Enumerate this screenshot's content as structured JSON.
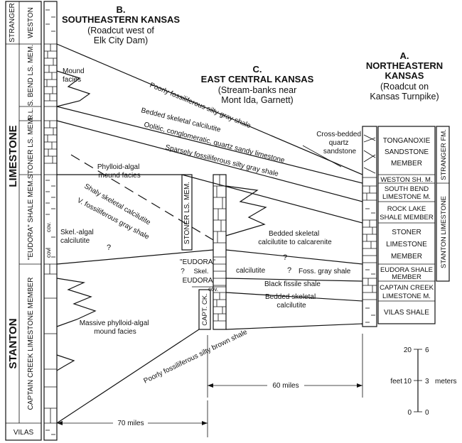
{
  "sections": {
    "b": {
      "letter": "B.",
      "title": "SOUTHEASTERN KANSAS",
      "sub1": "(Roadcut west of",
      "sub2": "Elk City Dam)"
    },
    "c": {
      "letter": "C.",
      "title": "EAST CENTRAL KANSAS",
      "sub1": "(Stream-banks near",
      "sub2": "Mont Ida, Garnett)"
    },
    "a": {
      "letter": "A.",
      "title1": "NORTHEASTERN",
      "title2": "KANSAS",
      "sub1": "(Roadcut on",
      "sub2": "Kansas Turnpike)"
    }
  },
  "left_column": {
    "group_stranger": "STRANGER",
    "unit_weston": "WESTON",
    "group_limestone": "LIMESTONE",
    "unit_sbend": "S. BEND LS. MEM.",
    "unit_rl": "R.L.",
    "unit_stoner": "STONER LS. MEM.",
    "unit_eudora": "\"EUDORA\" SHALE MEM.",
    "group_stanton": "STANTON",
    "unit_captain": "CAPTAIN CREEK LIMESTONE MEMBER",
    "unit_vilas": "VILAS"
  },
  "right_column": {
    "units": [
      "TONGANOXIE",
      "SANDSTONE",
      "MEMBER",
      "WESTON SH. M.",
      "SOUTH BEND",
      "LIMESTONE M.",
      "ROCK LAKE",
      "SHALE MEMBER",
      "STONER",
      "LIMESTONE",
      "MEMBER",
      "EUDORA SHALE",
      "MEMBER",
      "CAPTAIN CREEK",
      "LIMESTONE M.",
      "VILAS SHALE"
    ],
    "group_stranger": "STRANGER FM.",
    "group_stanton": "STANTON LIMESTONE"
  },
  "middle_column": {
    "stoner": "STONER LS. MEM.",
    "eudora_q": "\"EUDORA\"",
    "skel": "Skel.",
    "eudora": "EUDORA",
    "capt": "CAPT. CK.",
    "cov": "cov."
  },
  "annotations": {
    "mound_facies": "Mound\nfacies",
    "poorly_gray": "Poorly fossiliferous silty gray shale",
    "bedded_calc": "Bedded skeletal calcilutite",
    "oolitic": "Oolitic, conglomeratic, quartz sandy limestone",
    "sparsely": "Sparsely fossiliferous silty gray shale",
    "cross_bedded": "Cross-bedded\nquartz\nsandstone",
    "phylloid_mound": "Phylloid-algal\nmound facies",
    "shaly_calc": "Shaly skeletal calcilutite",
    "v_fossil": "V. fossiliferous gray shale",
    "skel_algal": "Skel.-algal\ncalcilutite",
    "bedded_to_calcarenite": "Bedded skeletal\ncalcilutite to calcarenite",
    "calcilutite": "calcilutite",
    "foss_gray": "Foss. gray shale",
    "black_fissile": "Black fissile shale",
    "bedded_calc2": "Bedded skeletal\ncalcilutite",
    "massive_phylloid": "Massive phylloid-algal\nmound facies",
    "poorly_brown": "Poorly fossiliferous silty brown shale",
    "question": "?",
    "cov": "cov."
  },
  "scale": {
    "feet_label": "feet",
    "meters_label": "meters",
    "feet_ticks": [
      "20",
      "10",
      "0"
    ],
    "meter_ticks": [
      "6",
      "3",
      "0"
    ]
  },
  "distances": {
    "sixty": "60 miles",
    "seventy": "70 miles"
  }
}
